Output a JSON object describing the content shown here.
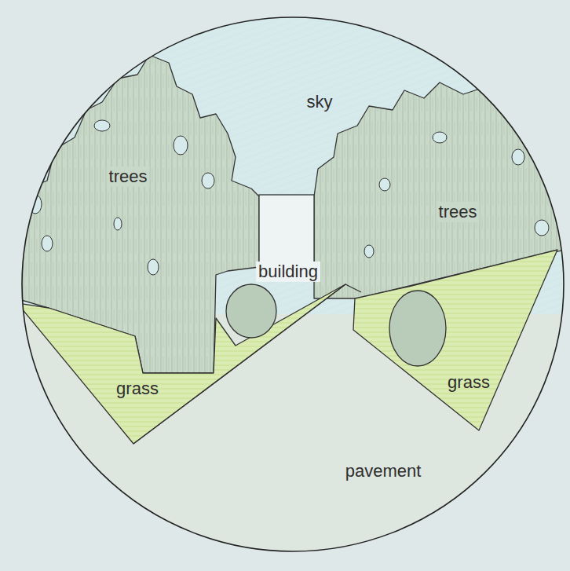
{
  "diagram": {
    "labels": [
      "sky",
      "trees",
      "trees",
      "building",
      "grass",
      "grass",
      "pavement"
    ]
  }
}
